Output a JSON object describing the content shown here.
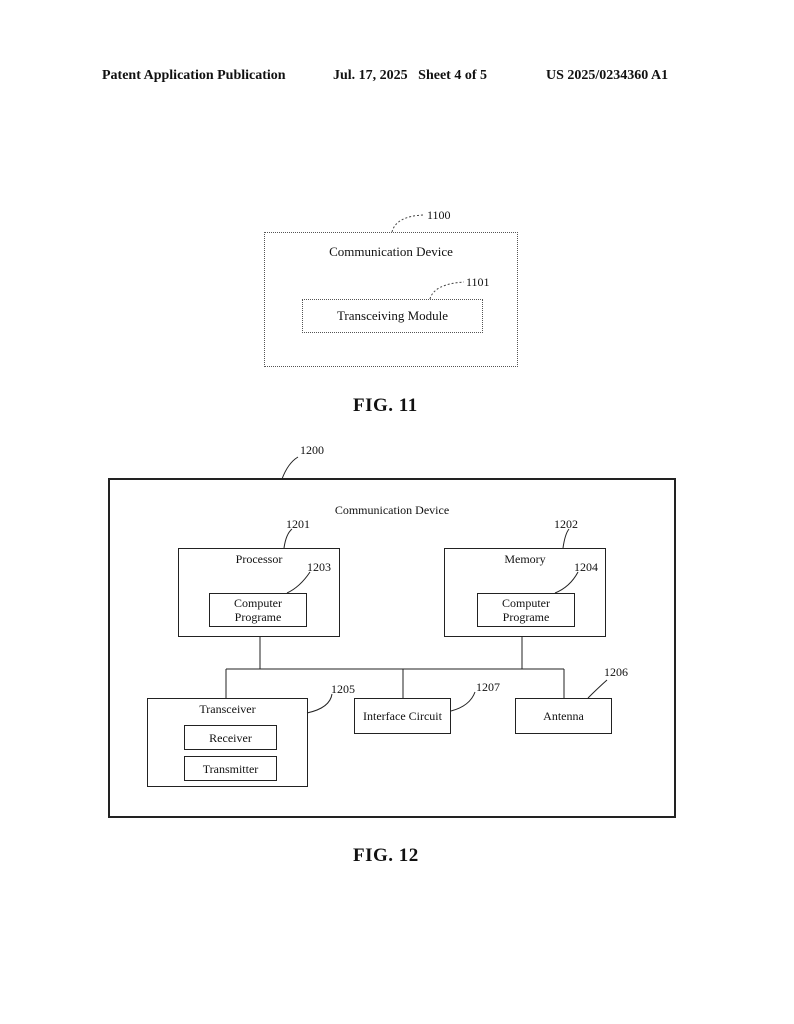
{
  "header": {
    "publication": "Patent Application Publication",
    "date_sheet": "Jul. 17, 2025   Sheet 4 of 5",
    "number": "US 2025/0234360 A1"
  },
  "fig11": {
    "ref_device": "1100",
    "device_label": "Communication Device",
    "ref_module": "1101",
    "module_label": "Transceiving Module",
    "caption": "FIG. 11"
  },
  "fig12": {
    "ref_device": "1200",
    "device_label": "Communication Device",
    "processor": {
      "ref": "1201",
      "label": "Processor",
      "program_ref": "1203",
      "program_line1": "Computer",
      "program_line2": "Programe"
    },
    "memory": {
      "ref": "1202",
      "label": "Memory",
      "program_ref": "1204",
      "program_line1": "Computer",
      "program_line2": "Programe"
    },
    "transceiver": {
      "ref": "1205",
      "label": "Transceiver",
      "receiver": "Receiver",
      "transmitter": "Transmitter"
    },
    "interface": {
      "ref": "1207",
      "label": "Interface Circuit"
    },
    "antenna": {
      "ref": "1206",
      "label": "Antenna"
    },
    "caption": "FIG. 12"
  }
}
